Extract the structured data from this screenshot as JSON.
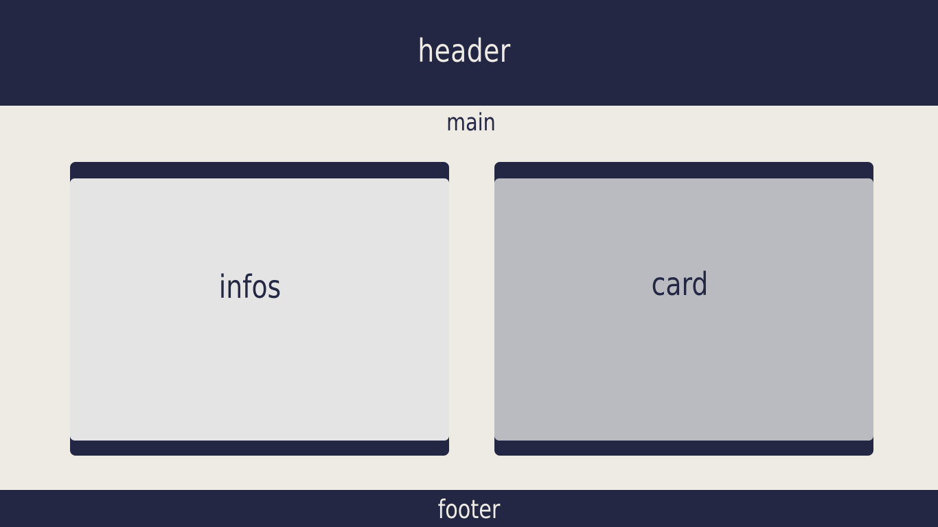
{
  "header": {
    "title": "header"
  },
  "main": {
    "title": "main",
    "panels": [
      {
        "label": "infos"
      },
      {
        "label": "card"
      }
    ]
  },
  "footer": {
    "title": "footer"
  },
  "colors": {
    "navy": "#232743",
    "page_background": "#EEEAE4",
    "infos_panel": "#E4E4E4",
    "card_panel": "#BABBC0"
  }
}
